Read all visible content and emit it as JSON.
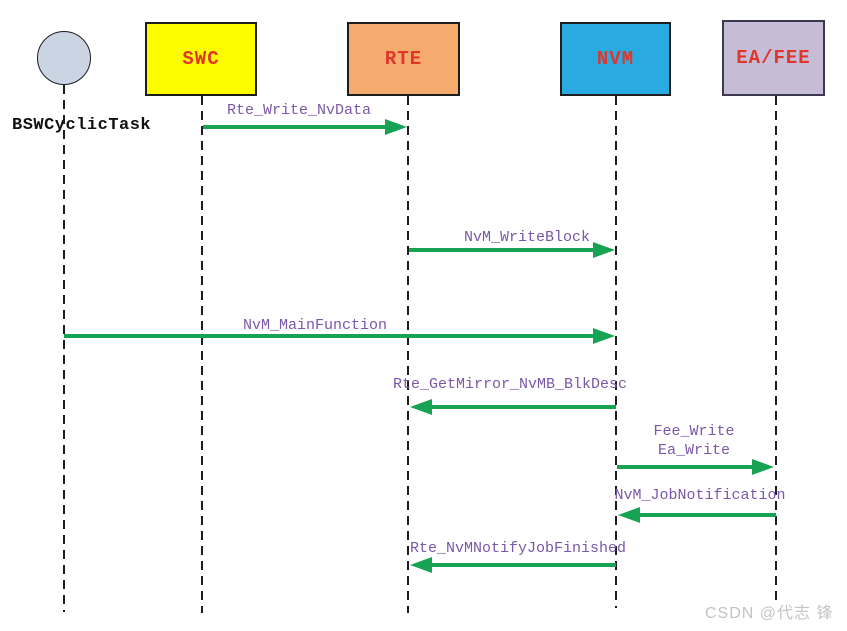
{
  "diagram": {
    "type": "sequence-diagram",
    "subject": "AUTOSAR NvM write block sequence",
    "colors": {
      "arrow_green": "#17a353",
      "message_label_purple": "#7a58a8",
      "actor_text_red": "#e0352b",
      "swc_fill": "#fdfd00",
      "rte_fill": "#f4ab6d",
      "nvm_fill": "#29abe2",
      "eafee_fill": "#c6bcd6",
      "task_circle_fill": "#cbd4e2",
      "lifeline_black": "#1d1d1d",
      "watermark_gray": "#c4c4c4"
    },
    "actors": [
      {
        "id": "bswcyclictask",
        "label": "BSWCyclicTask",
        "shape": "circle"
      },
      {
        "id": "swc",
        "label": "SWC",
        "shape": "box"
      },
      {
        "id": "rte",
        "label": "RTE",
        "shape": "box"
      },
      {
        "id": "nvm",
        "label": "NVM",
        "shape": "box"
      },
      {
        "id": "eafee",
        "label": "EA/FEE",
        "shape": "box"
      }
    ],
    "messages": [
      {
        "label": "Rte_Write_NvData",
        "from": "SWC",
        "to": "RTE",
        "direction": "right"
      },
      {
        "label": "NvM_WriteBlock",
        "from": "RTE",
        "to": "NVM",
        "direction": "right"
      },
      {
        "label": "NvM_MainFunction",
        "from": "BSWCyclicTask",
        "to": "NVM",
        "direction": "right"
      },
      {
        "label": "Rte_GetMirror_NvMB_BlkDesc",
        "from": "NVM",
        "to": "RTE",
        "direction": "left"
      },
      {
        "label": "Fee_Write",
        "label2": "Ea_Write",
        "from": "NVM",
        "to": "EA/FEE",
        "direction": "right"
      },
      {
        "label": "NvM_JobNotification",
        "from": "EA/FEE",
        "to": "NVM",
        "direction": "left"
      },
      {
        "label": "Rte_NvMNotifyJobFinished",
        "from": "NVM",
        "to": "RTE",
        "direction": "left"
      }
    ],
    "watermark": "CSDN @代志 锋"
  }
}
